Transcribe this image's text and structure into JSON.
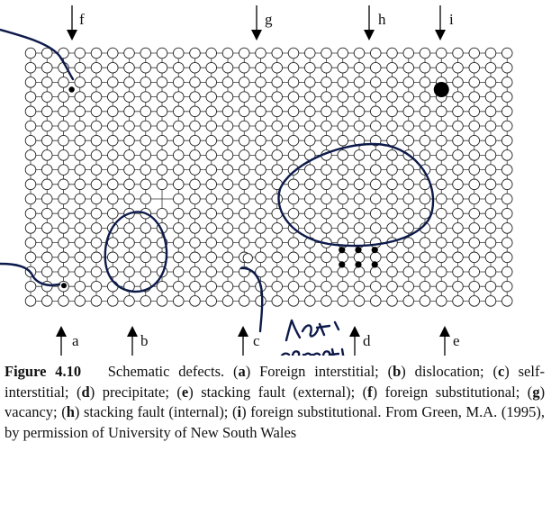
{
  "figure": {
    "top_markers": [
      "f",
      "g",
      "h",
      "i"
    ],
    "bottom_markers": [
      "a",
      "b",
      "c",
      "d",
      "e"
    ],
    "handwritten_note": "not correct"
  },
  "caption": {
    "label": "Figure 4.10",
    "lead": "Schematic defects.",
    "items": [
      {
        "key": "a",
        "text": "Foreign interstitial;"
      },
      {
        "key": "b",
        "text": "dislocation;"
      },
      {
        "key": "c",
        "text": "self-interstitial;"
      },
      {
        "key": "d",
        "text": "precipitate;"
      },
      {
        "key": "e",
        "text": "stacking fault (external);"
      },
      {
        "key": "f",
        "text": "foreign substitutional;"
      },
      {
        "key": "g",
        "text": "vacancy;"
      },
      {
        "key": "h",
        "text": "stacking fault (internal);"
      },
      {
        "key": "i",
        "text": "foreign substitutional."
      }
    ],
    "credit": "From Green, M.A. (1995), by permission of University of New South Wales"
  }
}
